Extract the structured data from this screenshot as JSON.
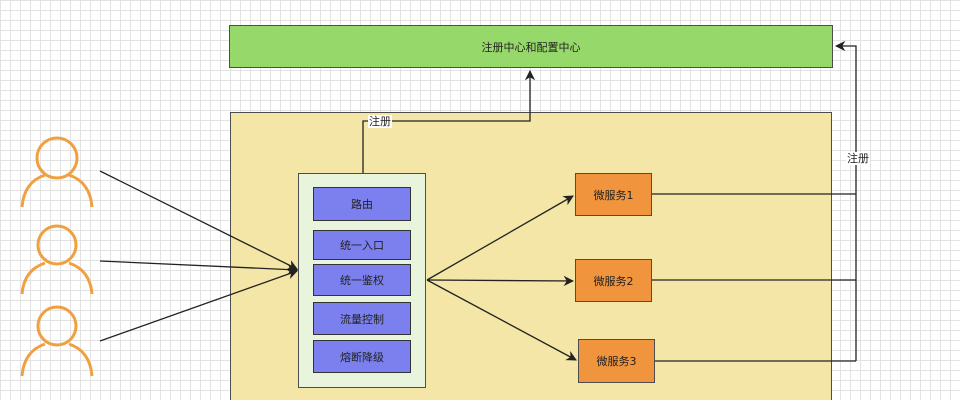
{
  "registry": {
    "label": "注册中心和配置中心",
    "color": "#97d86a"
  },
  "cluster": {
    "color": "#f3e6a6"
  },
  "gateway": {
    "color": "#e8f5dc",
    "modules": [
      {
        "label": "路由"
      },
      {
        "label": "统一入口"
      },
      {
        "label": "统一鉴权"
      },
      {
        "label": "流量控制"
      },
      {
        "label": "熔断降级"
      }
    ],
    "module_color": "#7b80ee"
  },
  "services": [
    {
      "label": "微服务1"
    },
    {
      "label": "微服务2"
    },
    {
      "label": "微服务3"
    }
  ],
  "service_color": "#f0943e",
  "edge_labels": {
    "gateway_register": "注册",
    "services_register": "注册"
  },
  "users": {
    "count": 3,
    "icon": "user-icon",
    "color": "#f0a040"
  }
}
